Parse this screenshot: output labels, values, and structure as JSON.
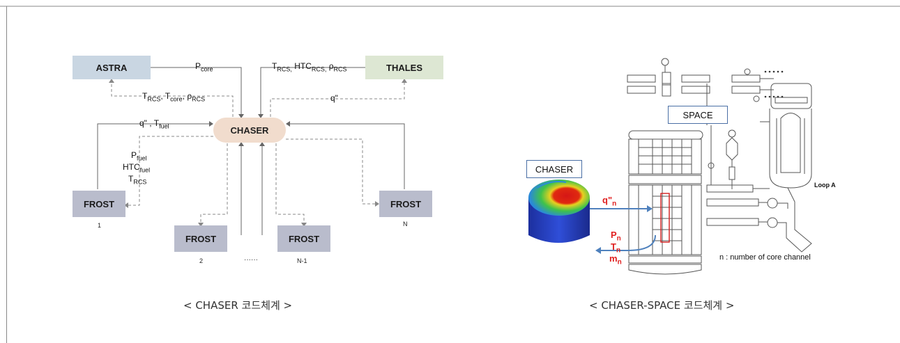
{
  "left_diagram": {
    "astra": "ASTRA",
    "thales": "THALES",
    "chaser": "CHASER",
    "frost": "FROST",
    "frost_nodes": [
      {
        "label": "1"
      },
      {
        "label": "2"
      },
      {
        "label": "N-1"
      },
      {
        "label": "N"
      }
    ],
    "ellipsis": "······",
    "p_core": {
      "base": "P",
      "sub": "core"
    },
    "t_rcs_group": {
      "a": "T",
      "a_sub": "RCS,",
      "b": " HTC",
      "b_sub": "RCS,",
      "c": " ρ",
      "c_sub": "RCS"
    },
    "feedback_core": {
      "a": "T",
      "a_sub": "RCS",
      "b": ", T",
      "b_sub": "core",
      "c": ", ρ",
      "c_sub": "RCS"
    },
    "q_thales": "q\"",
    "q_tfuel": {
      "a": "q\" , T",
      "a_sub": "fuel"
    },
    "p_fuel": {
      "base": "P",
      "sub": "fuel"
    },
    "htc_fuel": {
      "base": "HTC",
      "sub": "fuel"
    },
    "t_rcs": {
      "base": "T",
      "sub": "RCS"
    }
  },
  "right_diagram": {
    "space": "SPACE",
    "chaser": "CHASER",
    "q_n": {
      "base": "q\"",
      "sub": "n"
    },
    "p_n": {
      "base": "P",
      "sub": "n"
    },
    "t_n": {
      "base": "T",
      "sub": "n"
    },
    "m_n": {
      "base": "m",
      "sub": "n"
    },
    "loop": "Loop A",
    "note": "n : number of core channel"
  },
  "captions": {
    "left": "< CHASER 코드체계 >",
    "right": "< CHASER-SPACE 코드체계 >"
  }
}
